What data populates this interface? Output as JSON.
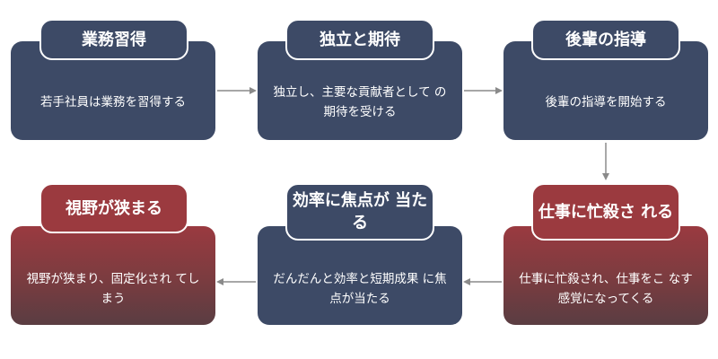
{
  "colors": {
    "navy": "#3d4a66",
    "red": "#9b3a3f",
    "arrow": "#8a8a8a"
  },
  "steps": [
    {
      "title": "業務習得",
      "description": "若手社員は業務を習得する"
    },
    {
      "title": "独立と期待",
      "description": "独立し、主要な貢献者として の期待を受ける"
    },
    {
      "title": "後輩の指導",
      "description": "後輩の指導を開始する"
    },
    {
      "title": "仕事に忙殺さ れる",
      "description": "仕事に忙殺され、仕事をこ なす感覚になってくる"
    },
    {
      "title": "効率に焦点が 当たる",
      "description": "だんだんと効率と短期成果 に焦点が当たる"
    },
    {
      "title": "視野が狭まる",
      "description": "視野が狭まり、固定化され てしまう"
    }
  ]
}
